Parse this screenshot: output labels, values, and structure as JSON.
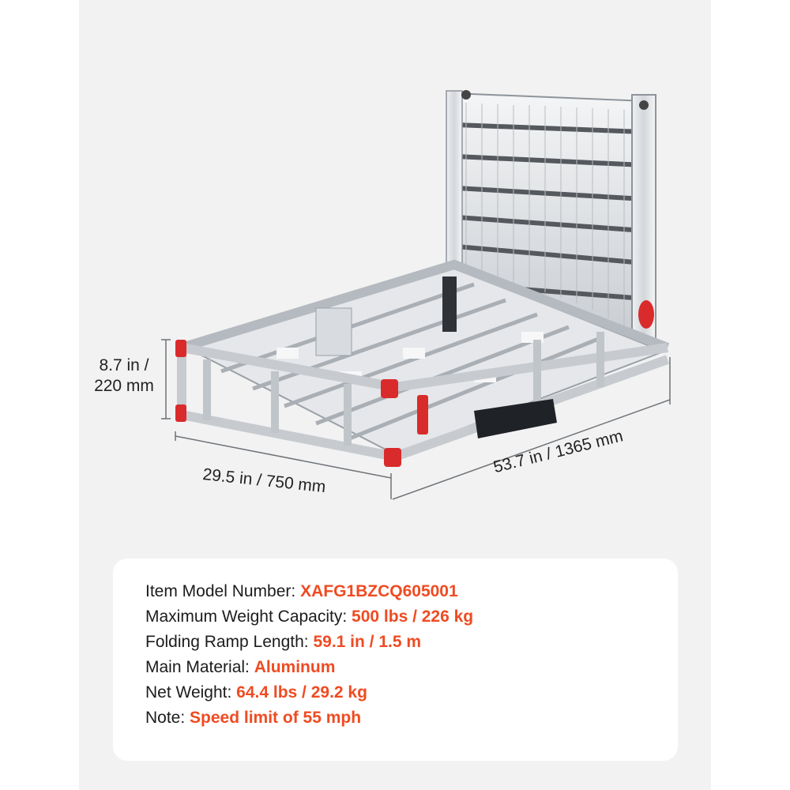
{
  "dimensions": {
    "height": "8.7 in /\n220 mm",
    "width": "29.5 in / 750 mm",
    "length": "53.7 in / 1365 mm"
  },
  "specs": [
    {
      "label": "Item Model Number: ",
      "value": "XAFG1BZCQ605001"
    },
    {
      "label": "Maximum Weight Capacity: ",
      "value": "500 lbs / 226 kg"
    },
    {
      "label": "Folding Ramp Length: ",
      "value": "59.1 in / 1.5 m"
    },
    {
      "label": "Main Material: ",
      "value": "Aluminum"
    },
    {
      "label": "Net Weight: ",
      "value": "64.4 lbs / 29.2 kg"
    },
    {
      "label": "Note: ",
      "value": "Speed limit of 55 mph"
    }
  ],
  "colors": {
    "accent": "#ef4b22",
    "reflector": "#d92b2b",
    "aluminum": "#d6d9dd",
    "panel": "#f2f2f2"
  }
}
